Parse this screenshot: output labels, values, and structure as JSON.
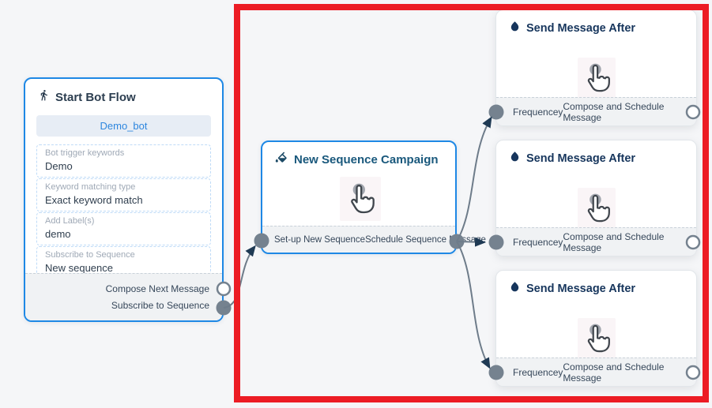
{
  "colors": {
    "canvas_bg": "#f5f6f8",
    "node_border_blue": "#1e88e5",
    "highlight_red": "#ec1c24",
    "connector_gray": "#6e7c8a",
    "port_gray": "#75828f",
    "arrow_navy": "#1f3a54",
    "accent_blue": "#2e86de"
  },
  "start_node": {
    "title": "Start Bot Flow",
    "icon": "walking-person-icon",
    "bot_button": "Demo_bot",
    "fields": [
      {
        "label": "Bot trigger keywords",
        "value": "Demo"
      },
      {
        "label": "Keyword matching type",
        "value": "Exact keyword match"
      },
      {
        "label": "Add Label(s)",
        "value": "demo"
      },
      {
        "label": "Subscribe to Sequence",
        "value": "New sequence"
      }
    ],
    "outputs": [
      {
        "label": "Compose Next Message"
      },
      {
        "label": "Subscribe to Sequence"
      }
    ]
  },
  "campaign_node": {
    "title": "New Sequence Campaign",
    "icon": "paint-bucket-icon",
    "center_icon": "hand-cursor-icon",
    "footer_labels": [
      "Set-up New Sequence",
      "Schedule Sequence Message"
    ]
  },
  "send_node": {
    "title": "Send Message After",
    "icon": "water-drop-icon",
    "center_icon": "hand-cursor-icon",
    "input_label": "Frequencey",
    "output_label": "Compose and Schedule Message",
    "instances": 3
  }
}
